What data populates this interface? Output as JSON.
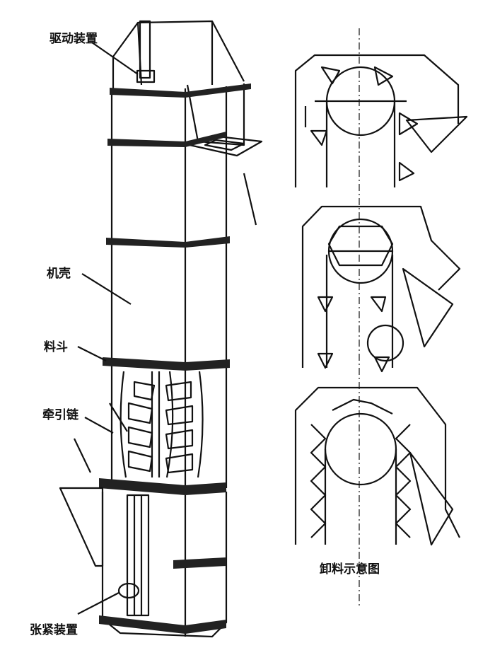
{
  "labels": {
    "drive": "驱动装置",
    "casing": "机壳",
    "bucket": "料斗",
    "chain": "牵引链",
    "tensioner": "张紧装置",
    "discharge_caption": "卸料示意图"
  },
  "colors": {
    "line": "#111111",
    "background": "#ffffff"
  }
}
